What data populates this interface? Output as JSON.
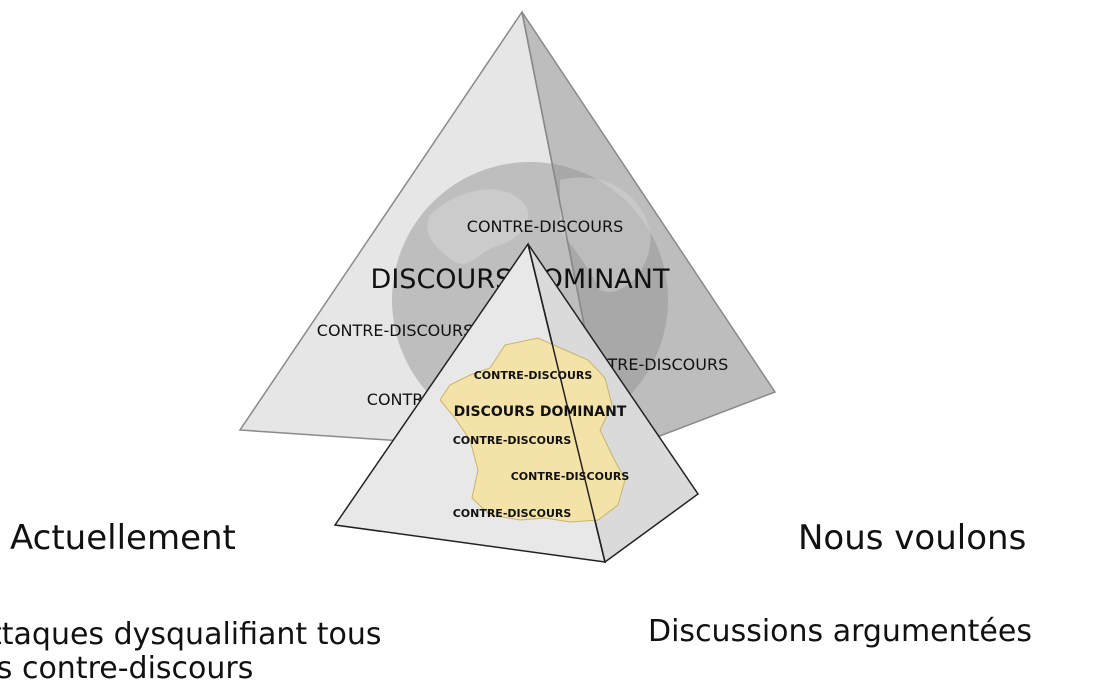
{
  "large_pyramid": {
    "contre_top": "CONTRE-DISCOURS",
    "dominant": "DISCOURS DOMINANT",
    "contre_left": "CONTRE-DISCOURS",
    "contre_right": "CONTRE-DISCOURS",
    "contre_bottom": "CONTRE-DISCOURS"
  },
  "small_pyramid": {
    "contre_1": "CONTRE-DISCOURS",
    "dominant": "DISCOURS DOMINANT",
    "contre_2": "CONTRE-DISCOURS",
    "contre_3": "CONTRE-DISCOURS",
    "contre_4": "CONTRE-DISCOURS"
  },
  "left": {
    "heading": "Actuellement",
    "description_line1": "Attaques dysqualifiant tous",
    "description_line2": "les contre-discours"
  },
  "right": {
    "heading": "Nous voulons",
    "description": "Discussions argumentées"
  },
  "colors": {
    "pyramid_face": "#e6e6e6",
    "pyramid_shadow": "#b8b8b8",
    "globe": "#9a9a9a",
    "france_map": "#f4e3a8"
  }
}
